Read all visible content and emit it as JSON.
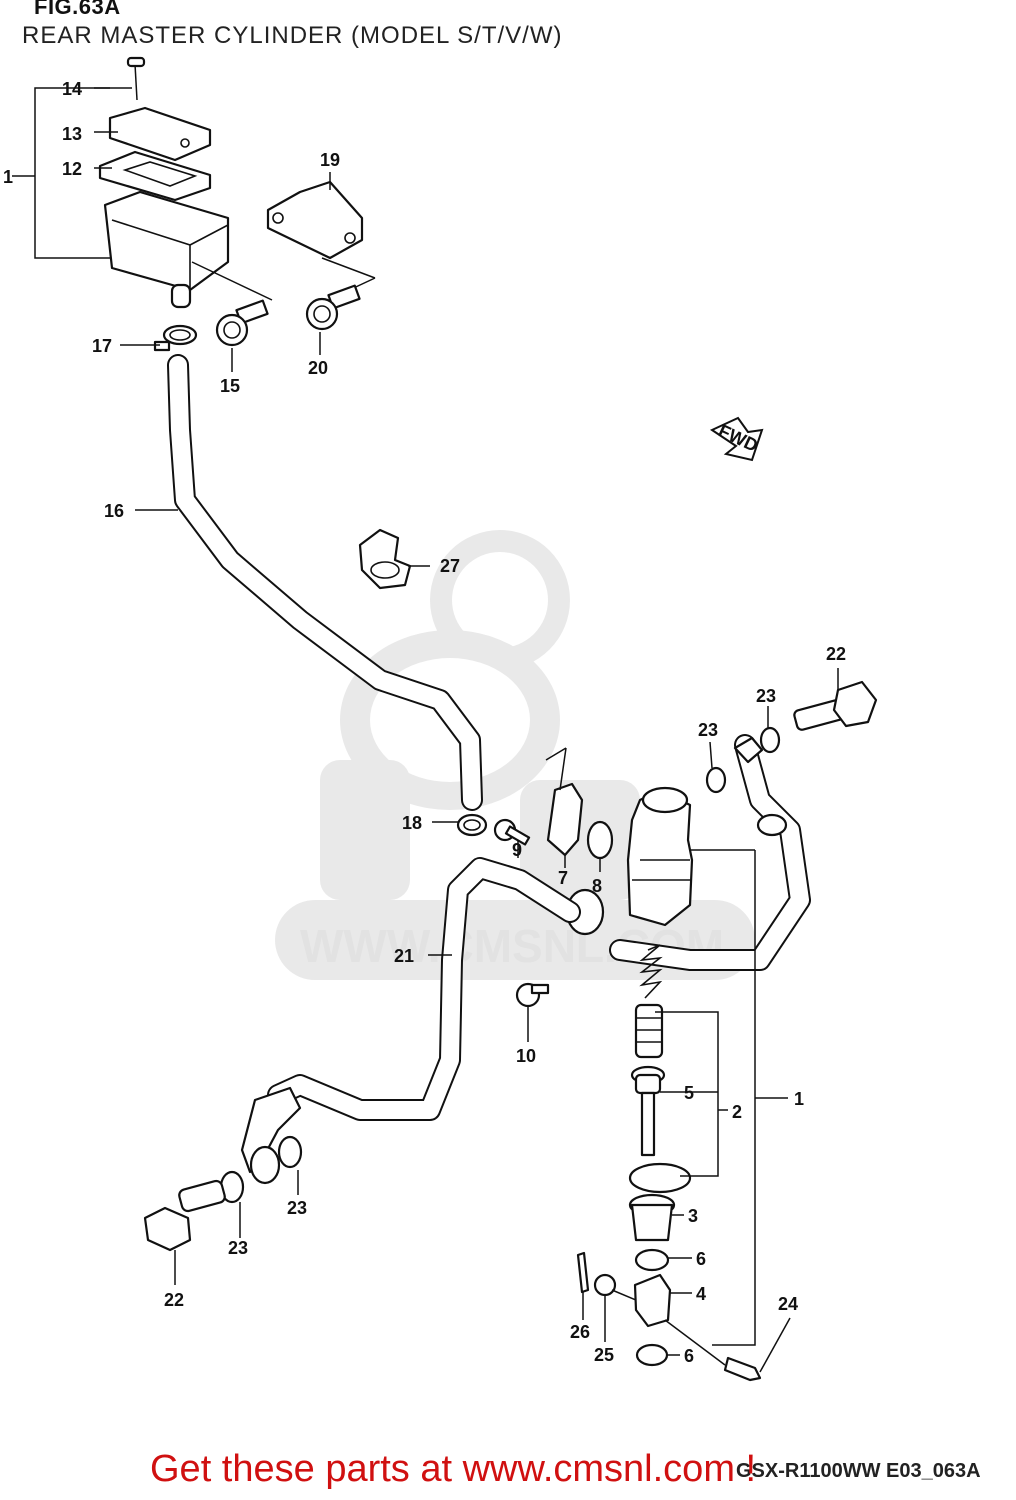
{
  "header": {
    "figure": "FIG.63A",
    "title": "REAR MASTER CYLINDER (MODEL S/T/V/W)"
  },
  "watermark": "WWW.CMSNL.COM",
  "fwd_label": "FWD",
  "part_labels": {
    "p1_top": "1",
    "p12": "12",
    "p13": "13",
    "p14": "14",
    "p15": "15",
    "p16": "16",
    "p17": "17",
    "p18": "18",
    "p19": "19",
    "p20": "20",
    "p21": "21",
    "p22_top": "22",
    "p22_bottom": "22",
    "p23_a": "23",
    "p23_b": "23",
    "p23_c": "23",
    "p23_d": "23",
    "p24": "24",
    "p25": "25",
    "p26": "26",
    "p27": "27",
    "p1_right": "1",
    "p2": "2",
    "p3": "3",
    "p4": "4",
    "p5": "5",
    "p6_a": "6",
    "p6_b": "6",
    "p7": "7",
    "p8": "8",
    "p9": "9",
    "p10": "10"
  },
  "diagram_code": "GSX-R1100WW  E03_063A",
  "footer_text": "Get these parts at www.cmsnl.com !"
}
